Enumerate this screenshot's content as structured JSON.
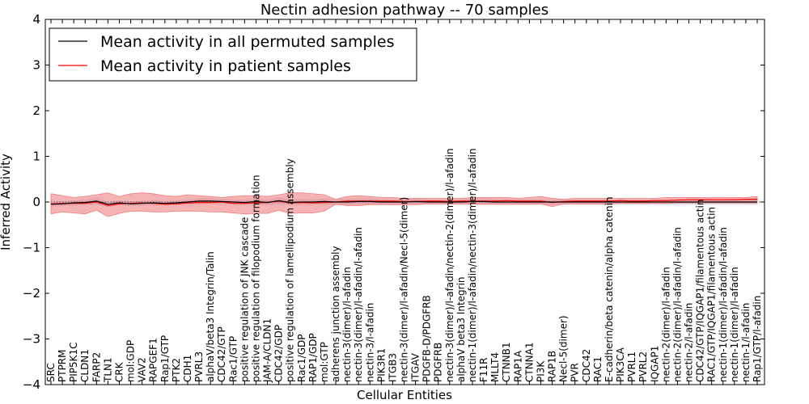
{
  "chart_data": {
    "type": "line",
    "title": "Nectin adhesion pathway -- 70 samples",
    "xlabel": "Cellular Entities",
    "ylabel": "Inferred Activity",
    "ylim": [
      -4,
      4
    ],
    "yticks": [
      4,
      3,
      2,
      1,
      0,
      -1,
      -2,
      -3,
      -4
    ],
    "ytick_labels": [
      "4",
      "3",
      "2",
      "1",
      "0",
      "−1",
      "−2",
      "−3",
      "−4"
    ],
    "grid": false,
    "legend_position": "top-left",
    "categories": [
      "SRC",
      "PTPRM",
      "PIP5K1C",
      "CLDN1",
      "FARP2",
      "TLN1",
      "CRK",
      "mol:GDP",
      "VAV2",
      "RAPGEF1",
      "Rap1/GTP",
      "PTK2",
      "CDH1",
      "PVRL3",
      "alphaV/beta3 Integrin/Talin",
      "CDC42/GTP",
      "Rac1/GTP",
      "positive regulation of JNK cascade",
      "positive regulation of filopodium formation",
      "JAM-A/CLDN1",
      "CDC42/GDP",
      "positive regulation of lamellipodium assembly",
      "Rac1/GDP",
      "RAP1/GDP",
      "mol:GTP",
      "adherens junction assembly",
      "nectin-3(dimer)/l-afadin",
      "nectin-3(dimer)/l-afadin/l-afadin",
      "nectin-3/l-afadin",
      "PIK3R1",
      "ITGB3",
      "nectin-3(dimer)/l-afadin/Necl-5(dimer)",
      "ITGAV",
      "PDGFB-D/PDGFRB",
      "PDGFRB",
      "nectin-3(dimer)/l-afadin/nectin-2(dimer)/l-afadin",
      "alphaV beta3 Integrin",
      "nectin-1(dimer)/l-afadin/nectin-3(dimer)/l-afadin",
      "F11R",
      "MLLT4",
      "CTNNB1",
      "RAP1A",
      "CTNNA1",
      "PI3K",
      "RAP1B",
      "Necl-5(dimer)",
      "PVR",
      "CDC42",
      "RAC1",
      "E-cadherin/beta catenin/alpha catenin",
      "PIK3CA",
      "PVRL1",
      "PVRL2",
      "IQGAP1",
      "nectin-2(dimer)/l-afadin",
      "nectin-2(dimer)/l-afadin/l-afadin",
      "nectin-2/l-afadin",
      "CDC42/GTP/IQGAP1/filamentous actin",
      "RAC1/GTP/IQGAP1/filamentous actin",
      "nectin-1(dimer)/l-afadin/l-afadin",
      "nectin-1(dimer)/l-afadin",
      "nectin-1/l-afadin",
      "Rap1/GTP/l-afadin"
    ],
    "series": [
      {
        "name": "Mean activity in all permuted samples",
        "color": "#000000",
        "values": [
          -0.05,
          -0.04,
          -0.02,
          -0.01,
          0.02,
          -0.05,
          -0.02,
          -0.04,
          -0.03,
          -0.02,
          -0.03,
          -0.02,
          0.0,
          0.02,
          0.02,
          0.01,
          0.0,
          -0.01,
          0.01,
          -0.01,
          0.03,
          -0.01,
          0.0,
          0.0,
          0.01,
          0.0,
          0.0,
          0.01,
          0.01,
          0.0,
          0.0,
          0.0,
          0.01,
          0.0,
          0.0,
          0.0,
          0.0,
          0.01,
          0.01,
          0.0,
          0.0,
          0.0,
          0.0,
          0.0,
          0.0,
          0.0,
          0.0,
          0.0,
          0.0,
          0.0,
          0.0,
          0.0,
          0.0,
          0.0,
          0.0,
          0.0,
          0.0,
          0.0,
          0.0,
          0.0,
          0.0,
          0.0,
          0.0
        ],
        "lower": [
          -0.1,
          -0.09,
          -0.08,
          -0.07,
          -0.06,
          -0.1,
          -0.08,
          -0.09,
          -0.08,
          -0.08,
          -0.08,
          -0.07,
          -0.06,
          -0.05,
          -0.05,
          -0.05,
          -0.06,
          -0.07,
          -0.06,
          -0.07,
          -0.05,
          -0.07,
          -0.07,
          -0.06,
          -0.06,
          -0.07,
          -0.07,
          -0.06,
          -0.06,
          -0.06,
          -0.06,
          -0.06,
          -0.06,
          -0.06,
          -0.06,
          -0.06,
          -0.06,
          -0.06,
          -0.06,
          -0.06,
          -0.06,
          -0.06,
          -0.06,
          -0.06,
          -0.06,
          -0.06,
          -0.06,
          -0.06,
          -0.06,
          -0.06,
          -0.06,
          -0.06,
          -0.06,
          -0.06,
          -0.06,
          -0.06,
          -0.06,
          -0.06,
          -0.06,
          -0.06,
          -0.06,
          -0.06,
          -0.06
        ],
        "upper": [
          0.0,
          0.01,
          0.04,
          0.05,
          0.1,
          0.0,
          0.04,
          0.01,
          0.02,
          0.04,
          0.02,
          0.03,
          0.06,
          0.09,
          0.09,
          0.07,
          0.06,
          0.05,
          0.08,
          0.05,
          0.11,
          0.05,
          0.07,
          0.06,
          0.08,
          0.07,
          0.07,
          0.08,
          0.08,
          0.06,
          0.06,
          0.06,
          0.08,
          0.06,
          0.06,
          0.06,
          0.06,
          0.08,
          0.08,
          0.06,
          0.06,
          0.06,
          0.06,
          0.06,
          0.06,
          0.06,
          0.06,
          0.06,
          0.06,
          0.06,
          0.06,
          0.06,
          0.06,
          0.06,
          0.06,
          0.06,
          0.06,
          0.06,
          0.06,
          0.06,
          0.06,
          0.06,
          0.06
        ]
      },
      {
        "name": "Mean activity in patient samples",
        "color": "#ff0000",
        "band_color": "#f08080",
        "values": [
          -0.04,
          -0.03,
          -0.03,
          -0.03,
          0.0,
          -0.08,
          -0.04,
          -0.03,
          -0.02,
          -0.03,
          -0.05,
          -0.04,
          -0.02,
          -0.01,
          -0.01,
          0.0,
          -0.03,
          -0.03,
          -0.02,
          -0.01,
          0.02,
          -0.02,
          -0.01,
          -0.02,
          -0.01,
          0.0,
          0.02,
          0.02,
          0.02,
          0.02,
          0.02,
          0.01,
          0.01,
          0.02,
          0.02,
          0.01,
          0.02,
          0.02,
          0.02,
          0.02,
          0.03,
          0.02,
          0.02,
          0.02,
          -0.01,
          0.01,
          0.02,
          0.02,
          0.02,
          0.02,
          0.03,
          0.02,
          0.02,
          0.03,
          0.03,
          0.04,
          0.05,
          0.05,
          0.05,
          0.05,
          0.05,
          0.06,
          0.06
        ],
        "lower": [
          -0.26,
          -0.22,
          -0.24,
          -0.26,
          -0.18,
          -0.32,
          -0.25,
          -0.2,
          -0.2,
          -0.22,
          -0.22,
          -0.2,
          -0.2,
          -0.2,
          -0.22,
          -0.22,
          -0.24,
          -0.26,
          -0.25,
          -0.25,
          -0.18,
          -0.25,
          -0.24,
          -0.24,
          -0.2,
          -0.05,
          -0.08,
          -0.08,
          -0.06,
          -0.06,
          -0.06,
          -0.06,
          -0.06,
          -0.04,
          -0.04,
          -0.04,
          -0.04,
          -0.05,
          -0.05,
          -0.05,
          -0.05,
          -0.05,
          -0.05,
          -0.04,
          -0.1,
          -0.04,
          -0.04,
          -0.04,
          -0.04,
          -0.04,
          -0.03,
          -0.03,
          -0.03,
          -0.03,
          -0.03,
          -0.02,
          -0.02,
          -0.02,
          -0.02,
          -0.02,
          -0.02,
          -0.02,
          -0.02
        ],
        "upper": [
          0.18,
          0.14,
          0.1,
          0.12,
          0.16,
          0.2,
          0.12,
          0.18,
          0.2,
          0.18,
          0.14,
          0.12,
          0.16,
          0.14,
          0.12,
          0.1,
          0.12,
          0.14,
          0.14,
          0.12,
          0.16,
          0.2,
          0.2,
          0.18,
          0.16,
          0.06,
          0.12,
          0.14,
          0.12,
          0.1,
          0.1,
          0.08,
          0.08,
          0.08,
          0.08,
          0.08,
          0.08,
          0.1,
          0.1,
          0.1,
          0.1,
          0.08,
          0.1,
          0.12,
          0.08,
          0.06,
          0.08,
          0.08,
          0.08,
          0.08,
          0.08,
          0.08,
          0.08,
          0.08,
          0.1,
          0.1,
          0.1,
          0.1,
          0.1,
          0.1,
          0.1,
          0.1,
          0.12
        ]
      }
    ]
  }
}
